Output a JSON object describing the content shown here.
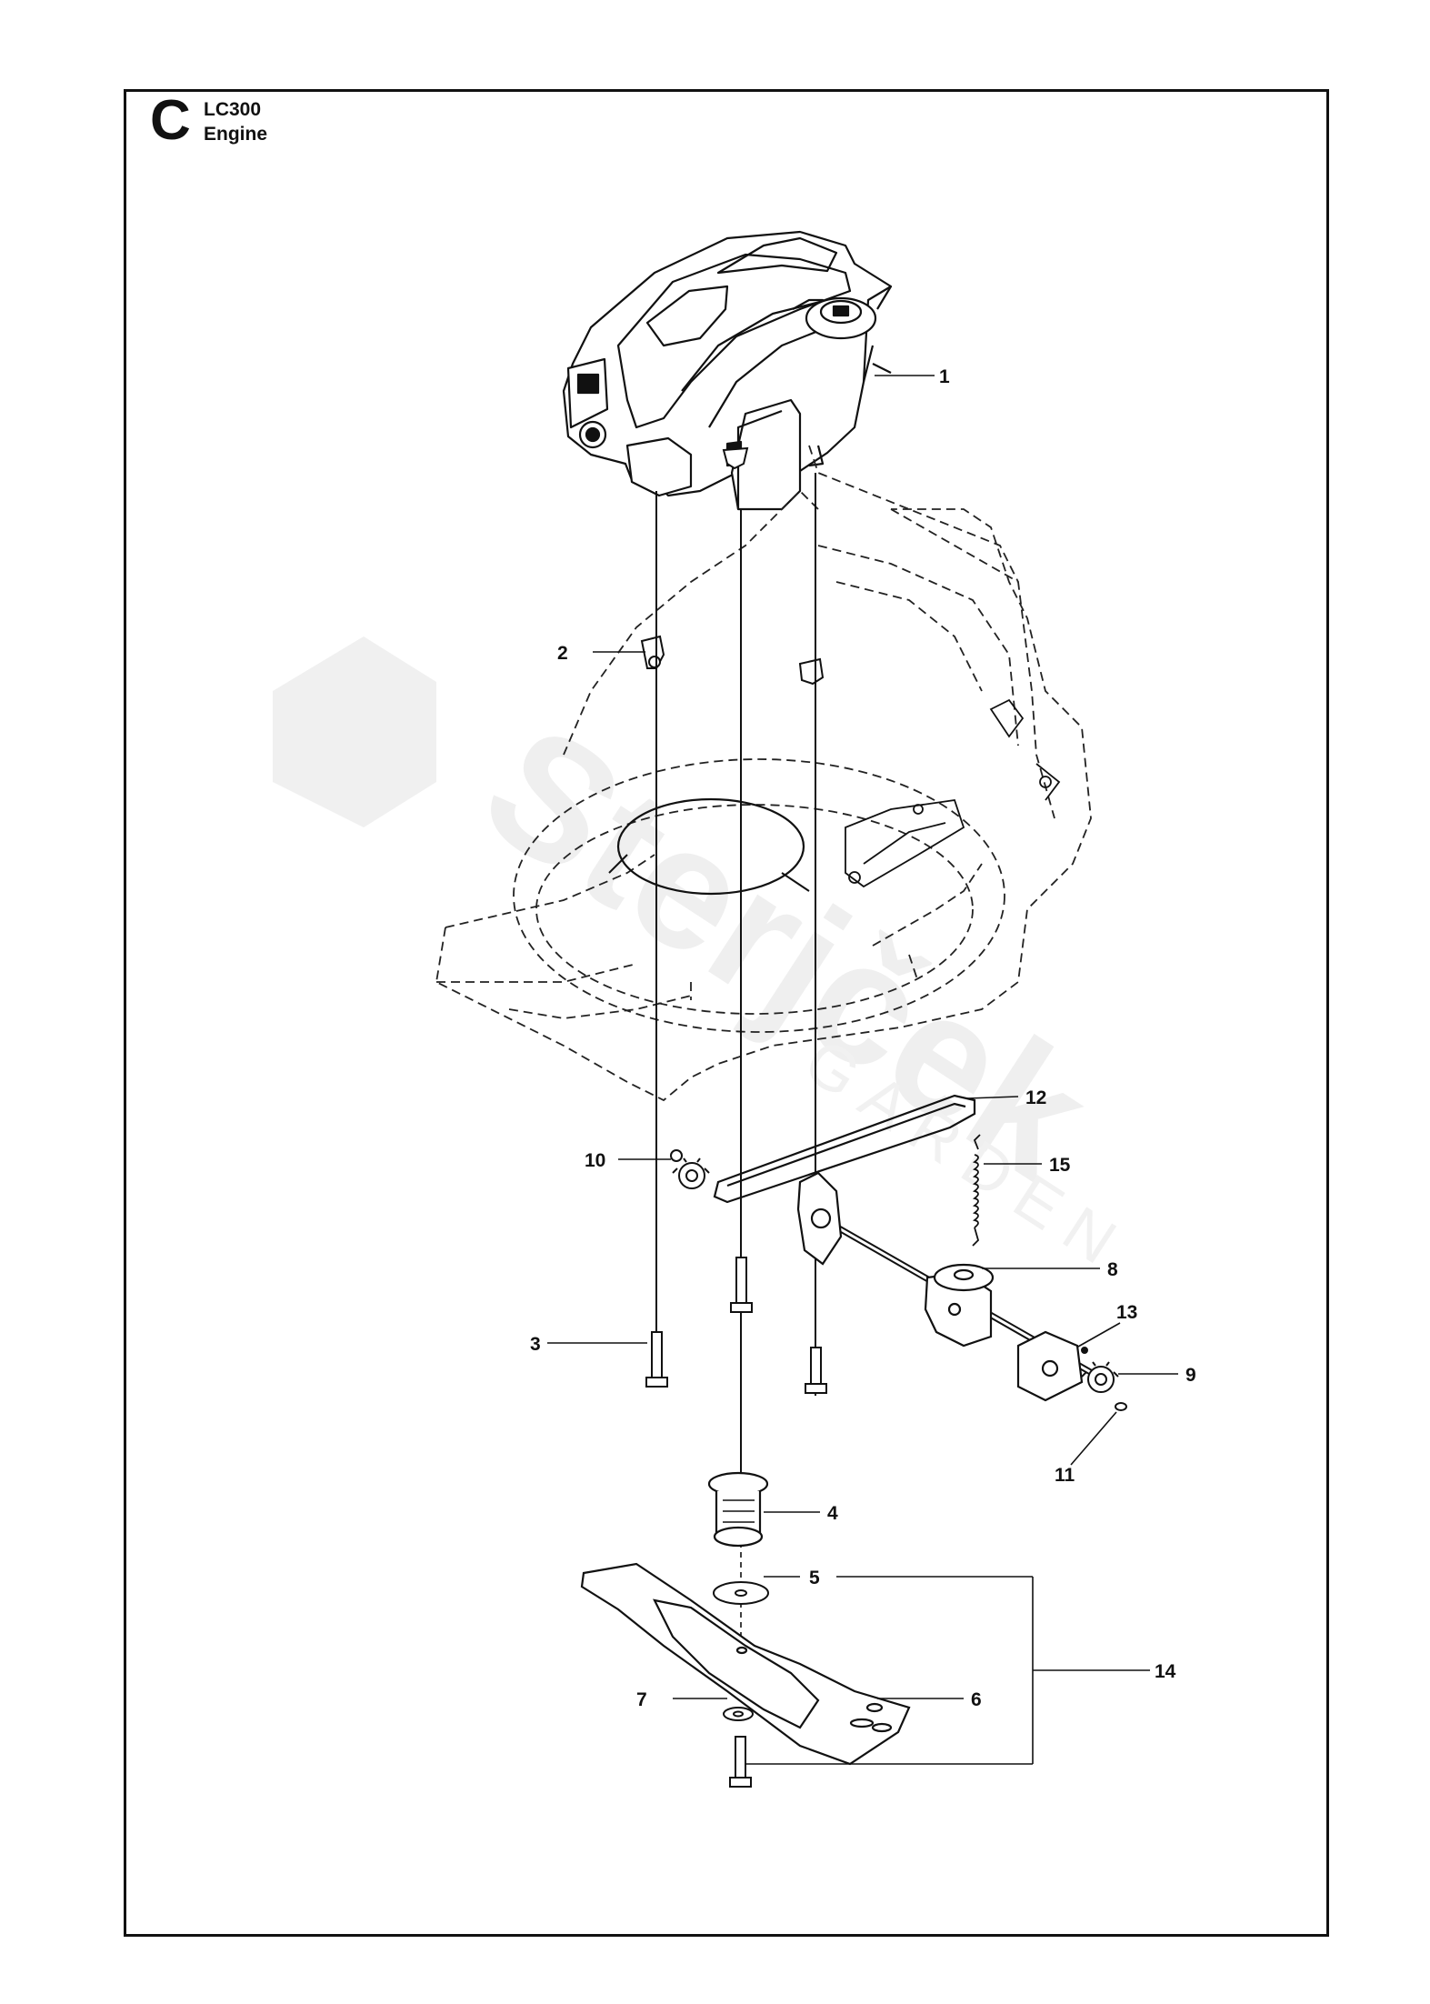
{
  "header": {
    "section_letter": "C",
    "model": "LC300",
    "title": "Engine"
  },
  "watermark": {
    "brand": "Sterjček",
    "sub": "GARDEN"
  },
  "colors": {
    "line": "#111111",
    "watermark": "#efefef"
  },
  "callouts": [
    {
      "id": "1",
      "label": "1"
    },
    {
      "id": "2",
      "label": "2"
    },
    {
      "id": "3",
      "label": "3"
    },
    {
      "id": "4",
      "label": "4"
    },
    {
      "id": "5",
      "label": "5"
    },
    {
      "id": "6",
      "label": "6"
    },
    {
      "id": "7",
      "label": "7"
    },
    {
      "id": "8",
      "label": "8"
    },
    {
      "id": "9",
      "label": "9"
    },
    {
      "id": "10",
      "label": "10"
    },
    {
      "id": "11",
      "label": "11"
    },
    {
      "id": "12",
      "label": "12"
    },
    {
      "id": "13",
      "label": "13"
    },
    {
      "id": "14",
      "label": "14"
    },
    {
      "id": "15",
      "label": "15"
    }
  ]
}
